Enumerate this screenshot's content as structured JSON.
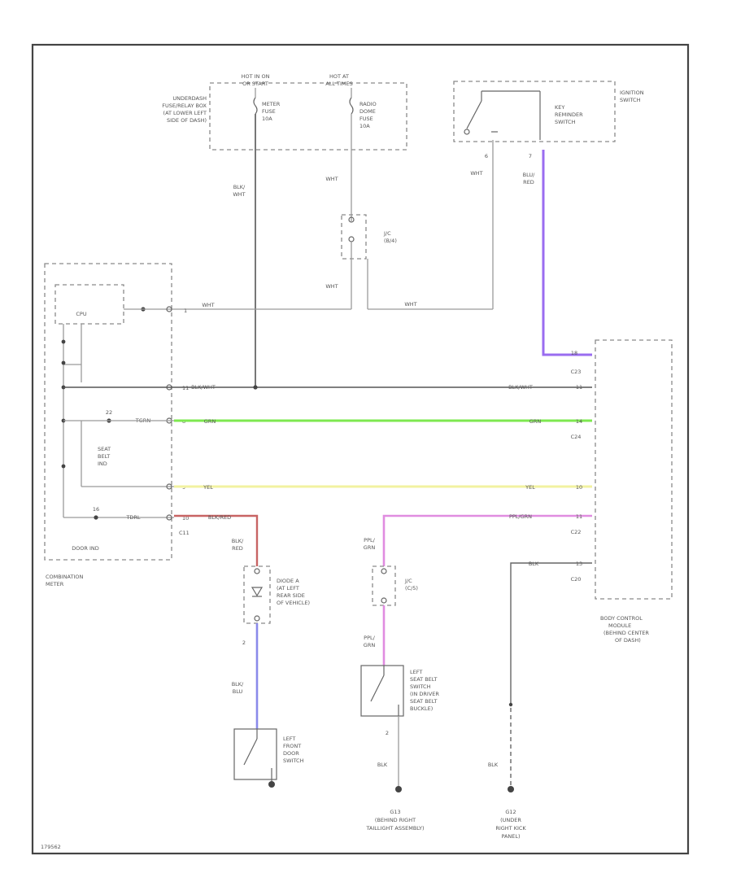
{
  "labels": {
    "fuse_box": [
      "UNDERDASH",
      "FUSE/RELAY BOX",
      "(AT LOWER LEFT",
      "SIDE OF DASH)"
    ],
    "hot_run": [
      "HOT IN ON",
      "OR START"
    ],
    "hot_all": [
      "HOT AT",
      "ALL TIMES"
    ],
    "meter_fuse": [
      "METER",
      "FUSE",
      "10A"
    ],
    "radio_fuse": [
      "RADIO",
      "DOME",
      "FUSE",
      "10A"
    ],
    "ignition_switch": [
      "IGNITION",
      "SWITCH"
    ],
    "key_reminder": [
      "KEY",
      "REMINDER",
      "SWITCH"
    ],
    "cpu": "CPU",
    "seat_belt_ind": [
      "SEAT",
      "BELT",
      "IND"
    ],
    "door_ind": "DOOR IND",
    "combination_meter": [
      "COMBINATION",
      "METER"
    ],
    "bcm": [
      "BODY CONTROL",
      "MODULE",
      "(BEHIND CENTER",
      "OF DASH)"
    ],
    "diode": [
      "DIODE A",
      "(AT LEFT",
      "REAR SIDE",
      "OF VEHICLE)"
    ],
    "lf_door_switch": [
      "LEFT",
      "FRONT",
      "DOOR",
      "SWITCH"
    ],
    "seat_belt_switch": [
      "LEFT",
      "SEAT BELT",
      "SWITCH",
      "(IN DRIVER",
      "SEAT BELT",
      "BUCKLE)"
    ],
    "jc_top": [
      "J/C",
      "(B/4)"
    ],
    "jc_bottom": [
      "J/C",
      "(C/5)"
    ],
    "ground_left": [
      "G13",
      "(BEHIND RIGHT",
      "TAILLIGHT ASSEMBLY)"
    ],
    "ground_right": [
      "G12",
      "(UNDER",
      "RIGHT KICK",
      "PANEL)"
    ],
    "figure_id": "179562"
  },
  "connectors": [
    "C11",
    "C23",
    "C24",
    "C22",
    "C20"
  ],
  "pins": {
    "ign_wht": "6",
    "ign_blu": "7",
    "lf_door": "2",
    "seat_belt": "2",
    "row1": "1",
    "row2": "11",
    "row3": "8",
    "row4": "9",
    "row5": "10",
    "bcm1": "18",
    "bcm2": "11",
    "bcm3": "14",
    "bcm4": "10",
    "bcm5": "11",
    "bcm6": "13",
    "seat_ind_pin": "22",
    "door_ind_pin": "16"
  },
  "wires": {
    "wht": "WHT",
    "blk_wht": [
      "BLK/",
      "WHT"
    ],
    "blk_wht_run": "BLK/WHT",
    "grn": "GRN",
    "yel": "YEL",
    "blk_red_run": "BLK/RED",
    "blk_red": [
      "BLK/",
      "RED"
    ],
    "blu_red": [
      "BLU/",
      "RED"
    ],
    "blk_blu": [
      "BLK/",
      "BLU"
    ],
    "ppl_grn": [
      "PPL/",
      "GRN"
    ],
    "ppl_grn_run": "PPL/GRN",
    "blk": "BLK",
    "tgrn": "TGRN",
    "tdrl": "TDRL"
  },
  "colors": {
    "frame": "#444444",
    "wht": "#9a9a9a",
    "blk_wht": "#555555",
    "grn": "#7ee84f",
    "yel": "#f2f2a0",
    "ppl_grn": "#e08ce0",
    "blk_red": "#c86464",
    "blu_red": "#9a6cf0",
    "blk_blu": "#8a8aea",
    "blk": "#666666"
  }
}
